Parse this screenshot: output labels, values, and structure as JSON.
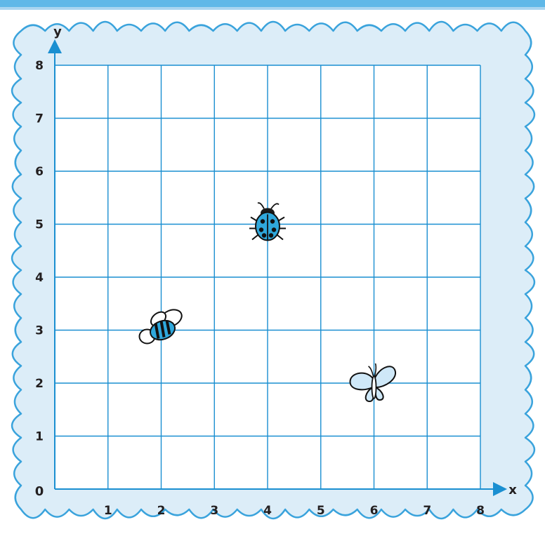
{
  "axes": {
    "x_label": "x",
    "y_label": "y",
    "origin_label": "0",
    "x_ticks": [
      "1",
      "2",
      "3",
      "4",
      "5",
      "6",
      "7",
      "8"
    ],
    "y_ticks": [
      "1",
      "2",
      "3",
      "4",
      "5",
      "6",
      "7",
      "8"
    ]
  },
  "colors": {
    "grid_line": "#1a8fd1",
    "frame_fill": "#dcedf8",
    "frame_stroke": "#3aa3dc",
    "top_band": "#5fb8e8",
    "label_text": "#231f20",
    "ladybird_body": "#2fa8dc",
    "bee_stripe": "#2fa8dc",
    "butterfly_wing": "#cfe8f8"
  },
  "chart_data": {
    "type": "scatter",
    "x_range": [
      0,
      8
    ],
    "y_range": [
      0,
      8
    ],
    "grid": true,
    "points": [
      {
        "icon": "ladybird-icon",
        "x": 4,
        "y": 5
      },
      {
        "icon": "bee-icon",
        "x": 2,
        "y": 3
      },
      {
        "icon": "butterfly-icon",
        "x": 6,
        "y": 2
      }
    ]
  }
}
